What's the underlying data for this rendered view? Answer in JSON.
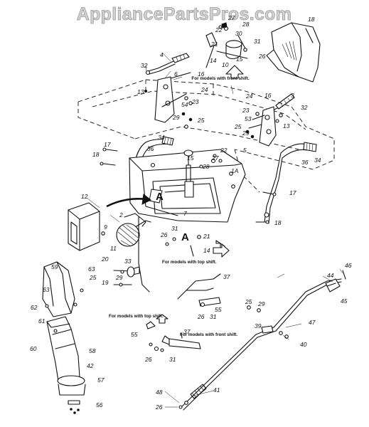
{
  "watermark": "AppliancePartsPros.com",
  "notes": {
    "front_shift_top": "For models with front shift.",
    "top_shift_right": "For models with top shift.",
    "top_shift_lower": "For models with top shift.",
    "front_shift_lower": "For models with front shift."
  },
  "markers": {
    "a_left": "A",
    "a_right": "A"
  },
  "parts": {
    "p27_top": "27",
    "p28_top": "28",
    "p18_top": "18",
    "p22_top": "22",
    "p21_top": "21",
    "p30_top": "30",
    "p31_top": "31",
    "p26_top": "26",
    "p14_top": "14",
    "p10": "10",
    "p15_top": "15",
    "p4": "4",
    "p32_l": "32",
    "p13_l": "13",
    "p6": "6",
    "p16_l": "16",
    "p24_l": "24",
    "p23_l": "23",
    "p54": "54",
    "p29_l": "29",
    "p25_l": "25",
    "p24_r": "24",
    "p16_r": "16",
    "p3": "3",
    "p23_r": "23",
    "p53": "53",
    "p32_r": "32",
    "p25_r": "25",
    "p29_r": "29",
    "p13_r": "13",
    "p5": "5",
    "p34_l": "34",
    "p35": "35",
    "p17_l": "17",
    "p18_l": "18",
    "p15_m": "15",
    "p27_m": "27",
    "p22_m": "22",
    "p28_m": "28",
    "p1A": "1A",
    "p36": "36",
    "p34_r": "34",
    "p17_r": "17",
    "p18_r": "18",
    "p12": "12",
    "p2": "2",
    "p7": "7",
    "p9": "9",
    "p11": "11",
    "p26_m": "26",
    "p31_m": "31",
    "p21_m": "21",
    "p14_m": "14",
    "p59": "59",
    "p63_a": "63",
    "p25_chute": "25",
    "p63_b": "63",
    "p62": "62",
    "p61": "61",
    "p60": "60",
    "p58": "58",
    "p42": "42",
    "p57": "57",
    "p56": "56",
    "p20": "20",
    "p33": "33",
    "p19": "19",
    "p29_m": "29",
    "p37_a": "37",
    "p55_a": "55",
    "p26_b": "26",
    "p31_b": "31",
    "p55_b": "55",
    "p37_b": "37",
    "p26_c": "26",
    "p31_c": "31",
    "p25_m": "25",
    "p29_mm": "29",
    "p39": "39",
    "p47": "47",
    "p40": "40",
    "p44": "44",
    "p46": "46",
    "p45": "45",
    "p41": "41",
    "p48": "48",
    "p26_d": "26"
  }
}
